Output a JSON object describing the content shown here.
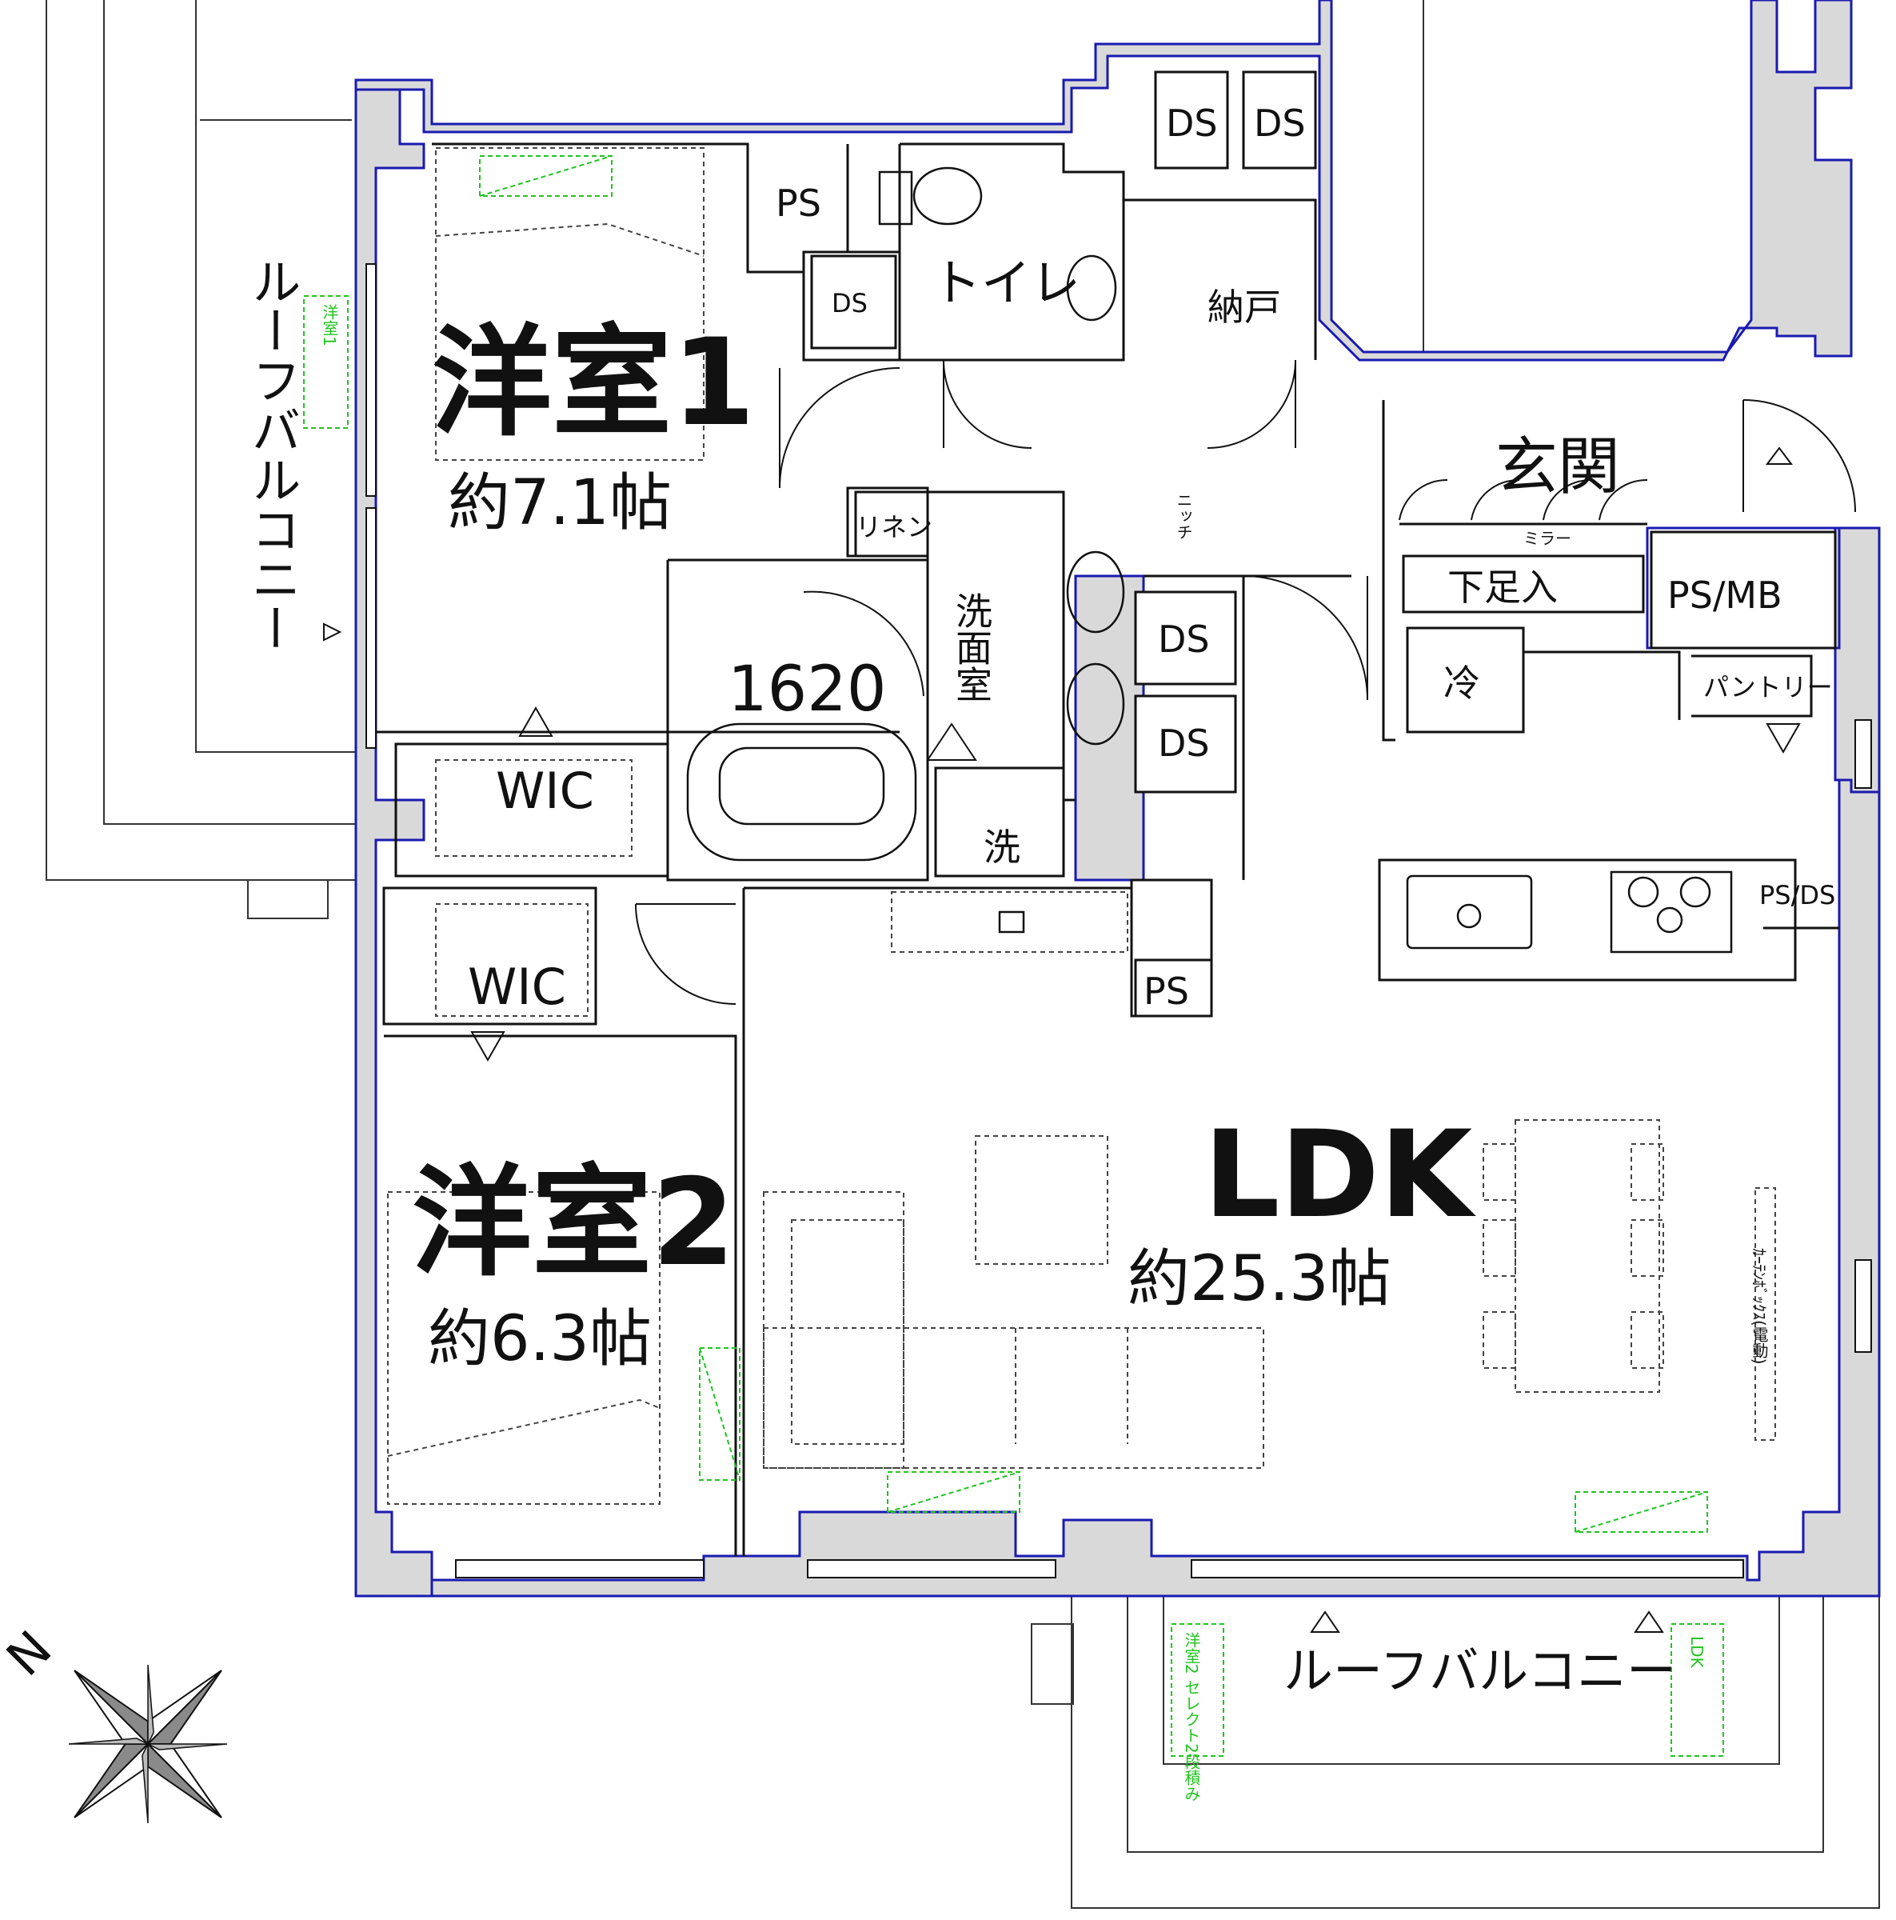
{
  "rooms": {
    "bedroom1": {
      "name": "洋室1",
      "area": "約7.1帖"
    },
    "bedroom2": {
      "name": "洋室2",
      "area": "約6.3帖"
    },
    "ldk": {
      "name": "LDK",
      "area": "約25.3帖"
    },
    "wic_upper": "WIC",
    "wic_lower": "WIC",
    "toilet": "トイレ",
    "storage": "納戸",
    "entrance": "玄関",
    "washroom": "洗面室",
    "linen": "リネン",
    "niche": "ニッチ",
    "bath_size": "1620",
    "laundry": "洗",
    "fridge": "冷",
    "shoe_box": "下足入",
    "mirror": "ミラー",
    "pantry": "パントリー",
    "ps_mb": "PS/MB",
    "ps_ds": "PS/DS",
    "ps": "PS",
    "ds": "DS",
    "curtain_box": "ｶｰﾃﾝﾎﾞｯｸｽ(電動)"
  },
  "balconies": {
    "left": "ルーフバルコニー",
    "bottom": "ルーフバルコニー"
  },
  "aircon_labels": {
    "bedroom1": "洋室1",
    "bedroom2": "洋室2 セレクト2段積み",
    "ldk": "LDK"
  },
  "compass": {
    "north": "N"
  },
  "colors": {
    "wall": "#d9d9d9",
    "wall_outline": "#1a1ab0",
    "line": "#111111",
    "aircon": "#1fc41f"
  }
}
